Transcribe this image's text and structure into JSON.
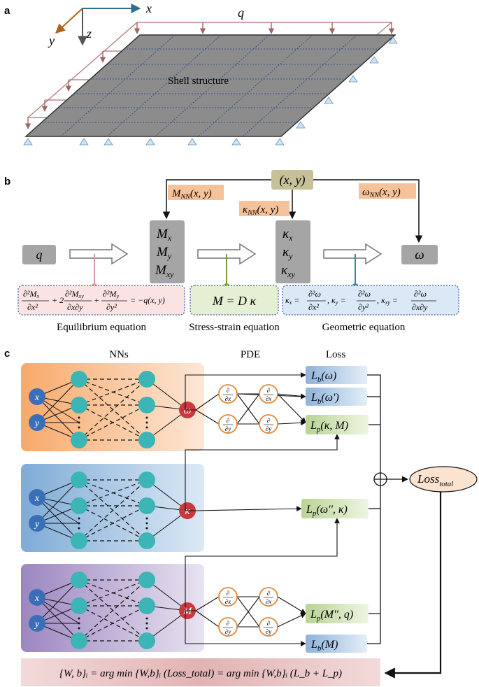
{
  "panels": {
    "a": {
      "label": "a",
      "axis_x": "x",
      "axis_y": "y",
      "axis_z": "z",
      "load": "q",
      "structure": "Shell structure"
    },
    "b": {
      "label": "b",
      "input_xy": "(x, y)",
      "q": "q",
      "tag_M": "M",
      "tag_M_sub": "NN",
      "tag_M_args": "(x, y)",
      "tag_kappa": "κ",
      "tag_kappa_sub": "NN",
      "tag_kappa_args": "(x, y)",
      "tag_omega": "ω",
      "tag_omega_sub": "NN",
      "tag_omega_args": "(x, y)",
      "M_stack": [
        "M",
        "M",
        "M"
      ],
      "M_stack_sub": [
        "x",
        "y",
        "xy"
      ],
      "kappa_stack": [
        "κ",
        "κ",
        "κ"
      ],
      "kappa_stack_sub": [
        "x",
        "y",
        "xy"
      ],
      "omega": "ω",
      "eq_stress_strain": "M = D κ",
      "eq_equilibrium": "= −q(x, y)",
      "caption_equilibrium": "Equilibrium equation",
      "caption_stress_strain": "Stress-strain equation",
      "caption_geometric": "Geometric equation"
    },
    "c": {
      "label": "c",
      "col_nns": "NNs",
      "col_pde": "PDE",
      "col_loss": "Loss",
      "input_x": "x",
      "input_y": "y",
      "out_omega": "ω",
      "out_kappa": "κ",
      "out_M": "M",
      "deriv_x": "∂x",
      "deriv_y": "∂y",
      "deriv_top": "∂",
      "loss_b_omega": "(ω)",
      "loss_b_omega_p": "(ω')",
      "loss_p_kappa_M": "(κ, M)",
      "loss_p_omega_pp_kappa": "(ω'', κ)",
      "loss_p_M_pp_q": "(M'', q)",
      "loss_b_M": "(M)",
      "L": "L",
      "sub_b": "b",
      "sub_p": "p",
      "loss_total": "Loss",
      "loss_total_sub": "total",
      "formula": "{W, b}ᵢ = arg min {W,b}ᵢ (Loss_total) = arg min {W,b}ᵢ (L_b + L_p)"
    }
  },
  "colors": {
    "nn_node": "#3bb5b5",
    "input_node": "#3a6fb8",
    "output_node": "#c8393d",
    "band1": "#f5b98a",
    "band2": "#9cc0e0",
    "band3": "#b7a6cf",
    "tag_orange": "#f6c29a",
    "box_gray": "#a5a5a5",
    "box_olive": "#c8c197",
    "eq_pink": "#fbe3e3",
    "eq_green": "#e4efd4",
    "eq_blue": "#dbe9f6",
    "loss_blue": "#9fbfe0",
    "loss_green": "#c7ddaa",
    "loss_total_fill": "#fbe3cf",
    "formula_bar": "#e8c4c4",
    "load_line": "#b07272"
  }
}
